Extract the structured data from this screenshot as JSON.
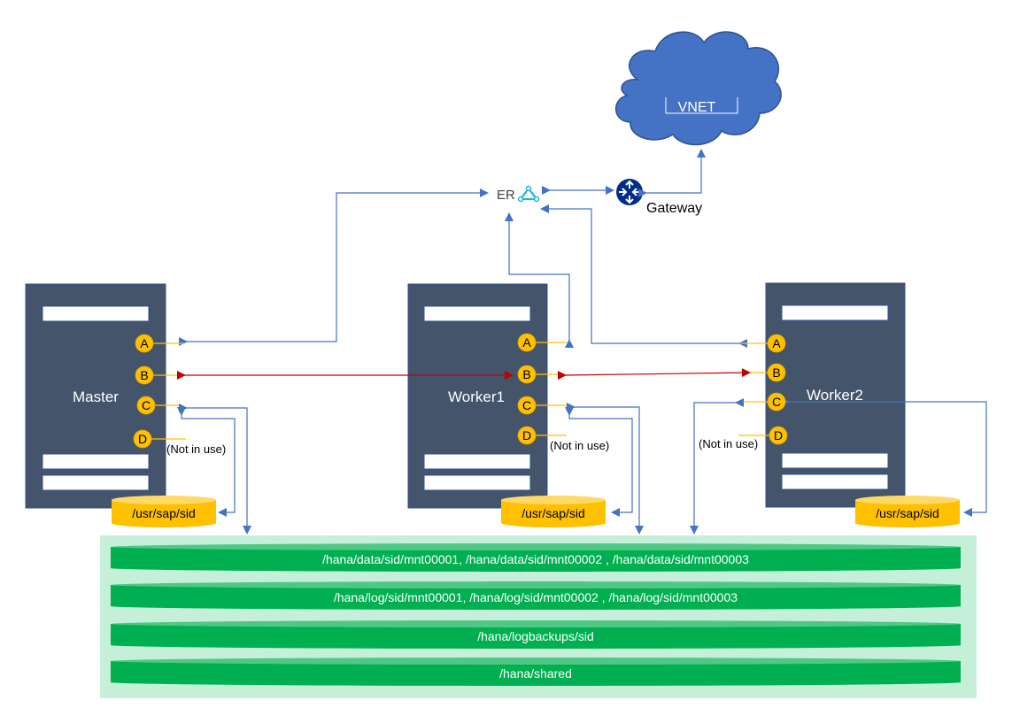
{
  "network": {
    "vnet_label": "VNET",
    "er_label": "ER",
    "gateway_label": "Gateway"
  },
  "nodes": [
    {
      "name": "Master",
      "ports": [
        "A",
        "B",
        "C",
        "D"
      ],
      "not_in_use_note": "(Not in use)",
      "local_disk": "/usr/sap/sid"
    },
    {
      "name": "Worker1",
      "ports": [
        "A",
        "B",
        "C",
        "D"
      ],
      "not_in_use_note": "(Not in use)",
      "local_disk": "/usr/sap/sid"
    },
    {
      "name": "Worker2",
      "ports": [
        "A",
        "B",
        "C",
        "D"
      ],
      "not_in_use_note": "(Not in use)",
      "local_disk": "/usr/sap/sid"
    }
  ],
  "shared_storage": {
    "volumes": [
      "/hana/data/sid/mnt00001, /hana/data/sid/mnt00002 , /hana/data/sid/mnt00003",
      "/hana/log/sid/mnt00001, /hana/log/sid/mnt00002 , /hana/log/sid/mnt00003",
      "/hana/logbackups/sid",
      "/hana/shared"
    ]
  },
  "colors": {
    "server": "#44546a",
    "port": "#ffc000",
    "blue_link": "#4472c4",
    "red_link": "#c00000",
    "storage_bg": "#c6efd9",
    "volume": "#00b050",
    "cloud": "#4472c4",
    "er_icon": "#1fb6d8",
    "gateway": "#002d8a"
  }
}
